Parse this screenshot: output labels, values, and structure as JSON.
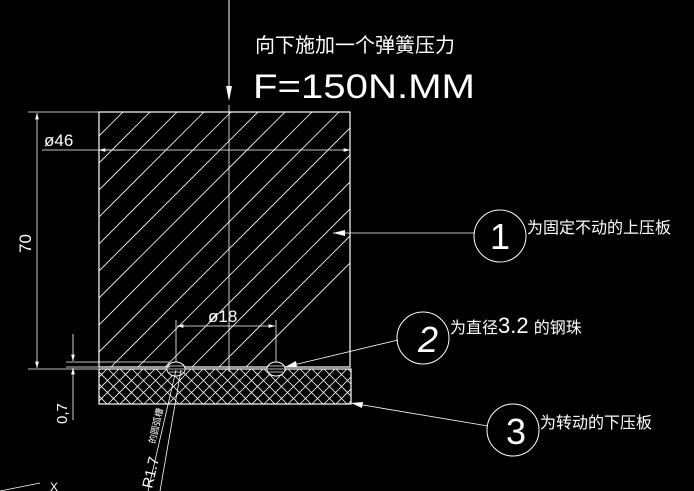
{
  "canvas": {
    "background": "#000000",
    "stroke": "#ffffff"
  },
  "title": {
    "line1": "向下施加一个弹簧压力",
    "line2": "F=150N.MM"
  },
  "dimensions": {
    "outer_diameter": "ø46",
    "height": "70",
    "ball_spacing": "ø18",
    "gap": "0,7",
    "radius": "R1.7",
    "radius_note": "的圆弧槽"
  },
  "callouts": [
    {
      "number": "1",
      "text": "为固定不动的上压板"
    },
    {
      "number": "2",
      "text_prefix": "为直径",
      "text_value": "3.2",
      "text_suffix": " 的钢珠"
    },
    {
      "number": "3",
      "text": "为转动的下压板"
    }
  ],
  "corner_mark": "X"
}
